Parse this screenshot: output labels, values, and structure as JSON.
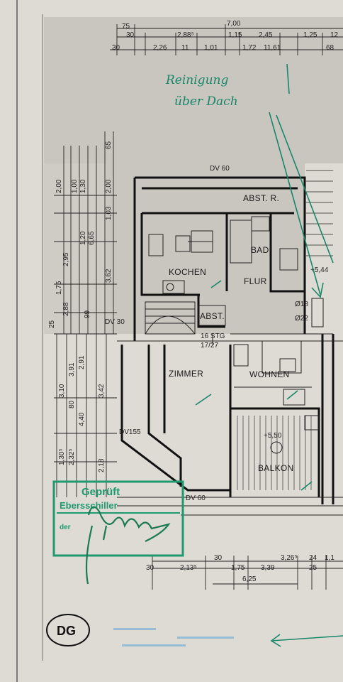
{
  "plan": {
    "rooms": {
      "absr": "ABST. R.",
      "bad": "BAD",
      "kochen": "KOCHEN",
      "flur": "FLUR",
      "abst": "ABST.",
      "zimmer": "ZIMMER",
      "wohnen": "WOHNEN",
      "balkon": "BALKON"
    },
    "levels": {
      "dv60_top": "DV 60",
      "dv30": "DV 30",
      "dv155": "DV155",
      "dv60_bottom": "DV 60",
      "balkon_level": "+5,50",
      "stair_count": "16 STG",
      "stair_ratio": "17/27",
      "d18": "Ø18",
      "d22": "Ø22",
      "plus544": "+5,44"
    },
    "dims_top": {
      "t700": "7,00",
      "t75": "75",
      "t30": "30",
      "t288": "2,88⁵",
      "t115": "1,15",
      "t245": "2,45",
      "t125": "1,25",
      "t12": "12",
      "t301": "30",
      "t226": "2,26",
      "t11": "11",
      "t101": "1,01",
      "t172": "1,72",
      "t1161": "11,61",
      "t68": "68"
    },
    "dims_left": {
      "l200a": "2,00",
      "l100": "1,00",
      "l130": "1,30",
      "l200b": "2,00",
      "l65": "65",
      "l295": "2,95",
      "l120": "1,20",
      "l665": "6,65",
      "l103": "1,03",
      "l362": "3,62",
      "l175": "1,75",
      "l288": "2,88",
      "l99": "99",
      "l25": "25",
      "l310": "3,10",
      "l391": "3,91",
      "l291": "2,91",
      "l342": "3,42",
      "l80": "80",
      "l440": "4,40",
      "l1305": "1,30⁵",
      "l2325": "2,32⁵",
      "l218": "2,18"
    },
    "dims_bottom": {
      "b30a": "30",
      "b326": "3,26⁵",
      "b24": "24",
      "b11": "1,1",
      "b30b": "30",
      "b213": "2,13⁵",
      "b175": "1,75",
      "b339": "3,39",
      "b25": "25",
      "b625": "6,25"
    },
    "sheet_label": "DG"
  },
  "annotation": {
    "line1": "Reinigung",
    "line2": "über Dach"
  },
  "stamp": {
    "top": "Geprüft",
    "middle": "Ebersschiller",
    "left": "der"
  },
  "colors": {
    "pencil": "#1a1a1a",
    "annotation_green": "#17866a",
    "stamp_green": "#1f9a6f",
    "paper": "#dedbd4",
    "shaded": "#c9c6bf"
  }
}
